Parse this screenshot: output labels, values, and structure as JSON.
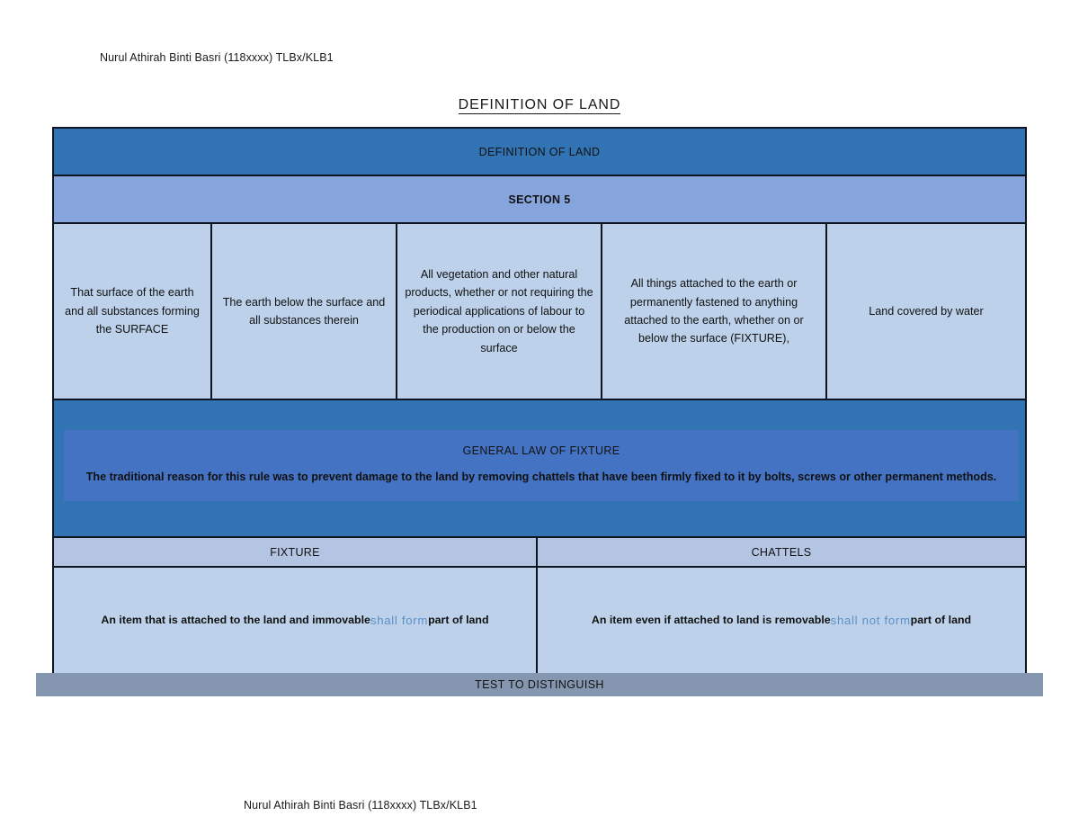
{
  "running_head": "Nurul Athirah Binti Basri (118xxxx) TLBx/KLB1",
  "running_foot": "Nurul Athirah Binti Basri (118xxxx) TLBx/KLB1",
  "doc_title": "DEFINITION OF LAND",
  "colors": {
    "banner_dark": "#3173b3",
    "banner_mid": "#87a5dd",
    "cell_light": "#bdd2ea",
    "inner_box": "#4573c4",
    "fc_header": "#b4c4e3",
    "test_bar": "#8496b0",
    "emphasis_blue": "#5b8fc9",
    "border": "#0d1521"
  },
  "table": {
    "banner": "DEFINITION OF LAND",
    "section": "SECTION 5",
    "definitions": [
      "That surface of the earth and all substances forming the SURFACE",
      "The earth below the surface and all substances therein",
      "All vegetation and other natural products, whether or not requiring the periodical applications of labour to the production on or below the surface",
      "All things attached to the earth or permanently fastened to anything attached to the earth, whether on or below the surface (FIXTURE),",
      "Land covered by water"
    ],
    "general_law": {
      "heading": "GENERAL LAW OF FIXTURE",
      "body": "The traditional reason for this rule was to prevent damage to the land by removing chattels that have been firmly fixed to it by bolts, screws or other permanent methods."
    },
    "comparison": {
      "headers": [
        "FIXTURE",
        "CHATTELS"
      ],
      "fixture": {
        "lead": "An item that is attached to the land and immovable ",
        "emphasis": "shall form",
        "tail": " part of land"
      },
      "chattels": {
        "lead": "An item even if attached to land is removable ",
        "emphasis": "shall not form",
        "tail": " part of land"
      }
    }
  },
  "test_bar": "TEST TO DISTINGUISH"
}
